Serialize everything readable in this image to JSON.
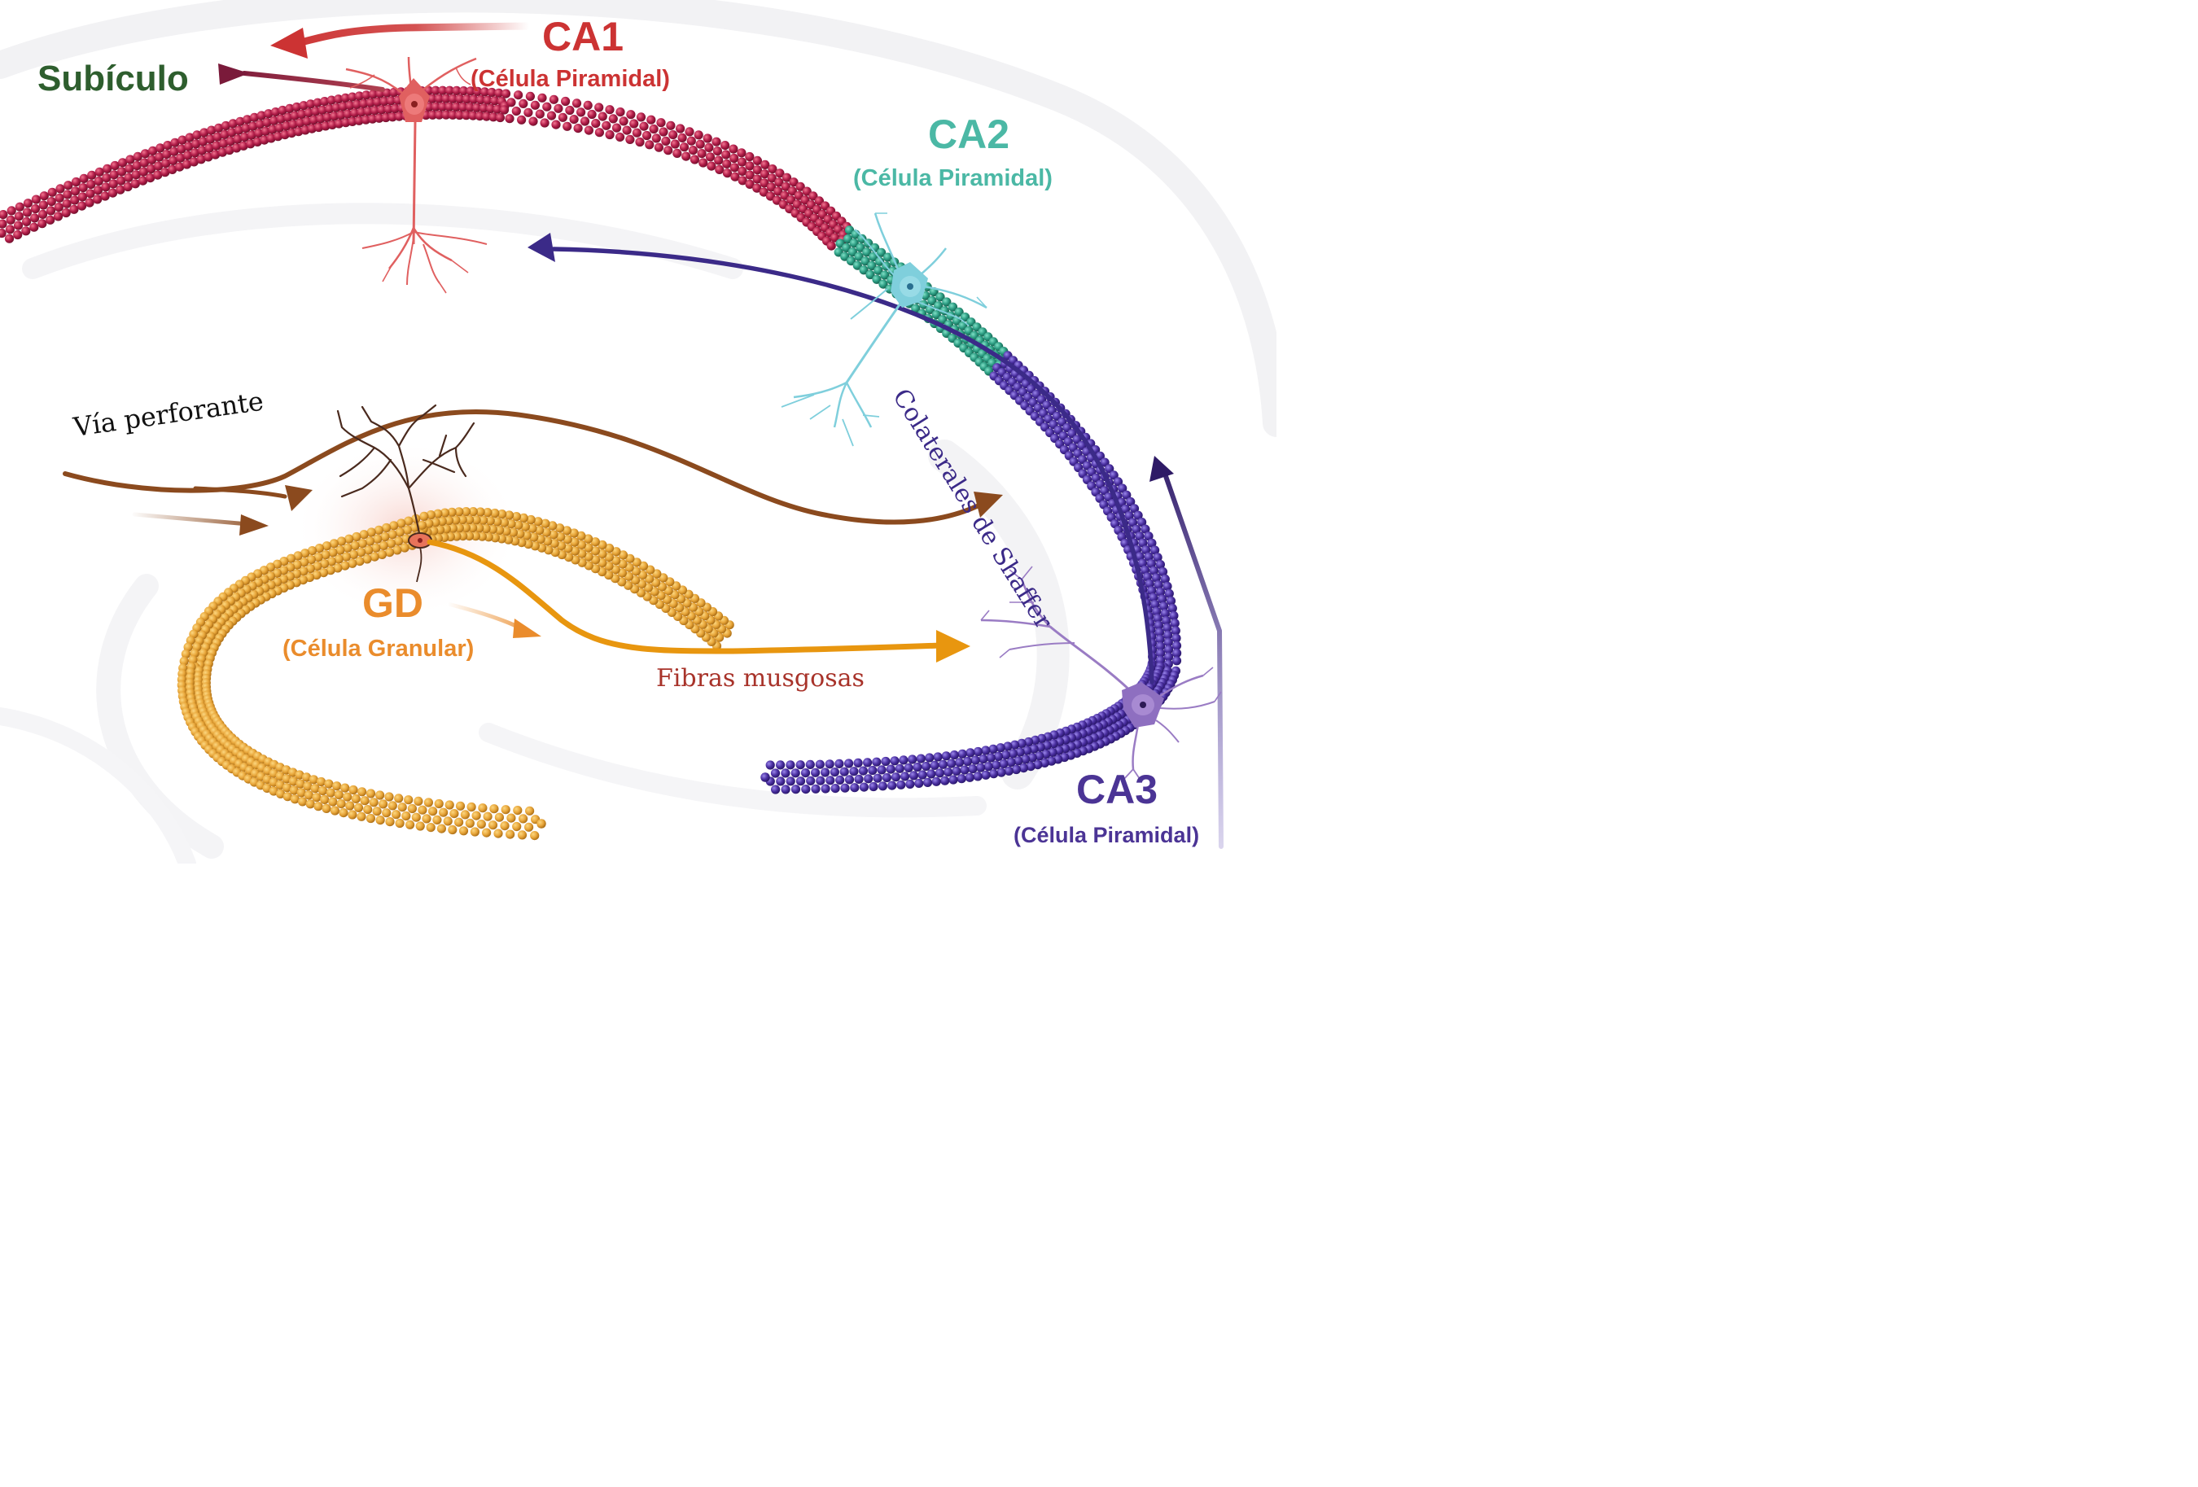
{
  "regions": {
    "ca1": {
      "name": "CA1",
      "cell": "(Célula Piramidal)",
      "color": "#cc3333"
    },
    "subiculum": {
      "name": "Subículo",
      "color": "#2e5e2e"
    },
    "ca2": {
      "name": "CA2",
      "cell": "(Célula Piramidal)",
      "color": "#4bb8a5"
    },
    "ca3": {
      "name": "CA3",
      "cell": "(Célula Piramidal)",
      "color": "#4b3495"
    },
    "dg": {
      "name": "GD",
      "cell": "(Célula Granular)",
      "color": "#ea8c2c"
    }
  },
  "pathways": {
    "perforant": {
      "label": "Vía perforante",
      "color": "#8b4a1e"
    },
    "schaffer": {
      "label": "Colaterales de Shaffer",
      "color": "#3b2a88"
    },
    "mossy": {
      "label": "Fibras musgosas",
      "color": "#a8332a",
      "fiber_color": "#e8960f"
    }
  },
  "colors": {
    "ca1_layer": "#b01c48",
    "ca2_layer": "#2a9a80",
    "ca3_layer": "#4a2fa0",
    "dg_layer": "#e8a63a",
    "ca1_neuron": "#e06060",
    "ca2_neuron": "#7fcfdc",
    "ca3_neuron": "#9a7cc4",
    "dg_neuron": "#4a2a1e",
    "background_swirl": "#f0f0f2"
  },
  "icons": {
    "ca1_neuron": "pyramidal-neuron-icon",
    "ca2_neuron": "pyramidal-neuron-icon",
    "ca3_neuron": "pyramidal-neuron-icon",
    "dg_neuron": "granule-neuron-icon"
  }
}
